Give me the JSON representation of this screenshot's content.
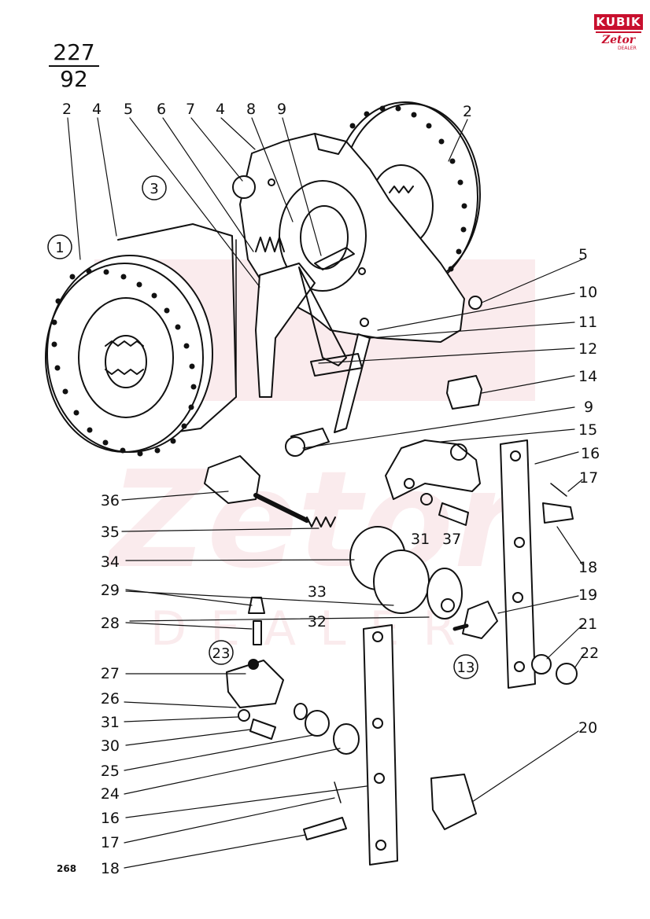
{
  "page": {
    "number": "227",
    "sub": "92",
    "sheet": "268"
  },
  "brand": {
    "top": "KUBIK",
    "bottom": "Zetor",
    "tag": "DEALER",
    "color": "#c8102e"
  },
  "watermark": {
    "text": "Zetor",
    "sub": "DEALER"
  },
  "callouts_top": [
    "2",
    "4",
    "5",
    "6",
    "7",
    "4",
    "8",
    "9",
    "2"
  ],
  "callouts_right": [
    "5",
    "10",
    "11",
    "12",
    "14",
    "9",
    "15",
    "16",
    "17",
    "18",
    "19",
    "21",
    "22",
    "20"
  ],
  "callouts_left": [
    "36",
    "35",
    "34",
    "33",
    "32",
    "29",
    "28",
    "27",
    "26",
    "31",
    "30",
    "25",
    "24",
    "16",
    "17",
    "18"
  ],
  "callouts_mid": [
    "31",
    "37"
  ],
  "circled": [
    "1",
    "3",
    "23",
    "13"
  ]
}
